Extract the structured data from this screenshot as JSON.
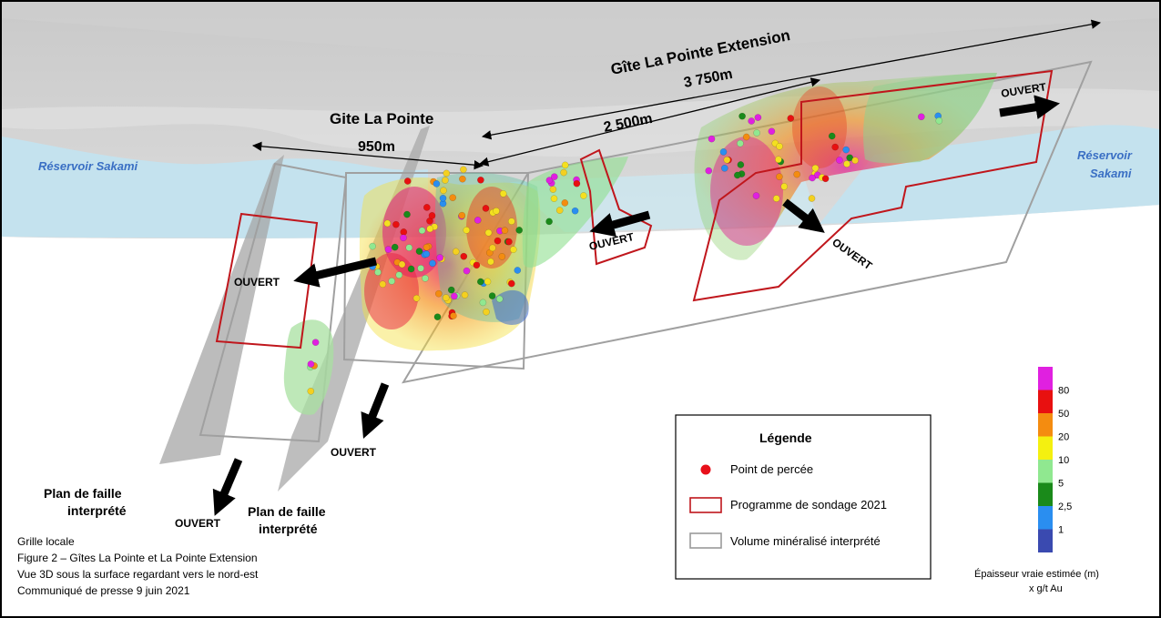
{
  "labels": {
    "gite_la_pointe": "Gite La Pointe",
    "dist_950": "950m",
    "gite_extension": "Gîte La Pointe Extension",
    "dist_3750": "3 750m",
    "dist_2500": "2 500m",
    "reservoir_left": "Réservoir Sakami",
    "reservoir_right_1": "Réservoir",
    "reservoir_right_2": "Sakami",
    "ouvert": "OUVERT",
    "fault_1": "Plan de faille",
    "fault_2": "interprété"
  },
  "caption": {
    "line1": "Grille locale",
    "line2": "Figure 2 – Gîtes La Pointe et La Pointe Extension",
    "line3": "Vue 3D sous la surface regardant vers le nord-est",
    "line4": "Communiqué de presse 9 juin 2021"
  },
  "legend": {
    "title": "Légende",
    "items": [
      {
        "label": "Point de percée",
        "symbol": "dot",
        "color": "#e8101a"
      },
      {
        "label": "Programme de sondage 2021",
        "symbol": "rect",
        "color": "#c0161c"
      },
      {
        "label": "Volume minéralisé interprété",
        "symbol": "rect",
        "color": "#9a9a9a"
      }
    ]
  },
  "colorscale": {
    "title1": "Épaisseur vraie estimée (m)",
    "title2": "x g/t Au",
    "bands": [
      {
        "color": "#e020e0"
      },
      {
        "color": "#e81010",
        "label": "80"
      },
      {
        "color": "#f48c10",
        "label": "50"
      },
      {
        "color": "#f4f010",
        "label": "20"
      },
      {
        "color": "#90e890",
        "label": "10"
      },
      {
        "color": "#1a8a1a",
        "label": "5"
      },
      {
        "color": "#2a8ef0",
        "label": "2,5"
      },
      {
        "color": "#3a4ab0",
        "label": "1"
      }
    ]
  },
  "colors": {
    "water": "#c4e2ee",
    "surface": "#b8b8b8",
    "program_outline": "#c0161c",
    "volume_outline": "#a0a0a0"
  }
}
